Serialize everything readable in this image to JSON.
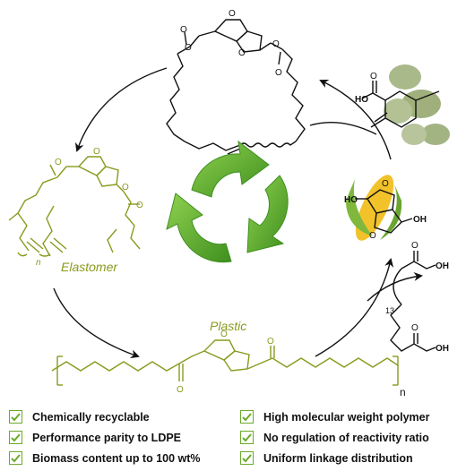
{
  "labels": {
    "elastomer": "Elastomer",
    "plastic": "Plastic",
    "repeat_n": "n",
    "subscript_13": "13",
    "atom_O": "O",
    "atom_HO": "HO",
    "atom_OH": "OH"
  },
  "features_left": [
    "Chemically recyclable",
    "Performance parity to LDPE",
    "Biomass content up to 100 wt%"
  ],
  "features_right": [
    "High molecular weight polymer",
    "No regulation of reactivity ratio",
    "Uniform linkage distribution"
  ],
  "colors": {
    "olive": "#8a9a1e",
    "recycle_green": "#5fae2e",
    "check_green": "#6aaa2b",
    "ink": "#111111"
  }
}
